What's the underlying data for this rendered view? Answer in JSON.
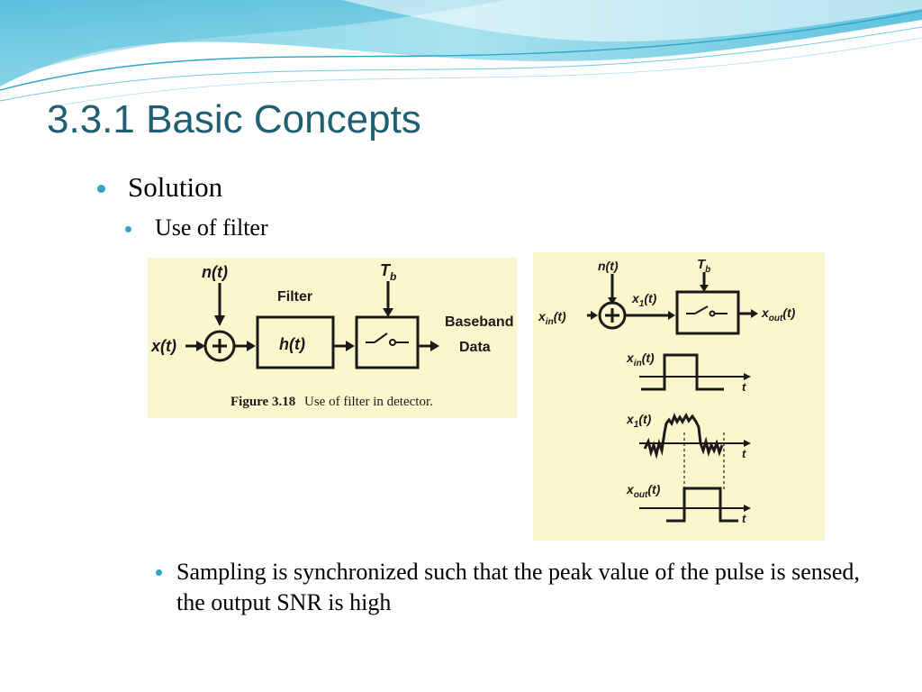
{
  "theme": {
    "accent": "#2fa6c6",
    "title_color": "#1f5f72",
    "figure_background": "#fbf6cc"
  },
  "slide": {
    "title": "3.3.1 Basic Concepts",
    "bullets": [
      {
        "level": 1,
        "text": "Solution"
      },
      {
        "level": 2,
        "text": "Use of filter"
      },
      {
        "level": 2,
        "text": "Sampling is synchronized such that the peak value of the pulse is sensed, the output SNR is high"
      }
    ]
  },
  "figure1": {
    "input": "x(t)",
    "noise": "n(t)",
    "filter_title": "Filter",
    "filter_fn": "h(t)",
    "sample_clock": "T",
    "sample_clock_sub": "b",
    "output_line1": "Baseband",
    "output_line2": "Data",
    "caption_number": "Figure 3.18",
    "caption_text": "Use of filter in detector."
  },
  "figure2": {
    "input": "x",
    "input_sub": "in",
    "arg": "(t)",
    "noise": "n(t)",
    "mid_signal": "x",
    "mid_sub": "1",
    "sample_clock": "T",
    "sample_clock_sub": "b",
    "output": "x",
    "output_sub": "out",
    "wave_xin": "x",
    "wave_xin_sub": "in",
    "wave_x1": "x",
    "wave_x1_sub": "1",
    "wave_xout": "x",
    "wave_xout_sub": "out",
    "time_axis": "t"
  }
}
